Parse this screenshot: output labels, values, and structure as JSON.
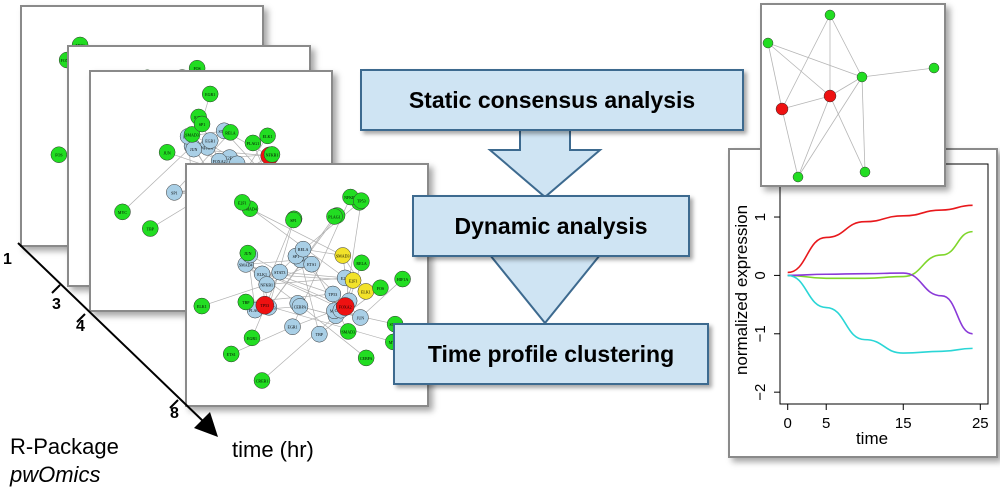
{
  "steps": {
    "static": "Static consensus analysis",
    "dynamic": "Dynamic analysis",
    "clustering": "Time profile clustering"
  },
  "time_axis": {
    "label": "time (hr)",
    "ticks": [
      "1",
      "3",
      "4",
      "8"
    ]
  },
  "package": {
    "line1": "R-Package",
    "line2": "pwOmics"
  },
  "node_colors": {
    "gene": "#22dd22",
    "protein": "#a9cfe6",
    "tf": "#f2e22a",
    "key": "#ee1111"
  },
  "network_labels": [
    "MYC",
    "CREB1",
    "E2F1",
    "SMAD3",
    "ELK1",
    "FOXA2",
    "TP53",
    "SP1",
    "FOS",
    "STAT3",
    "NFKB1",
    "JUN",
    "CEBPA",
    "EGR1",
    "SMAD4",
    "HIF1A",
    "PLAG1",
    "ETS1",
    "RELA",
    "TBP"
  ],
  "chart_data": {
    "type": "line",
    "xlabel": "time",
    "ylabel": "normalized expression",
    "x_ticks": [
      0,
      5,
      15,
      25
    ],
    "y_ticks": [
      -2,
      -1,
      0,
      1
    ],
    "xlim": [
      -1,
      26
    ],
    "ylim": [
      -2.1,
      1.6
    ],
    "x": [
      0,
      5,
      10,
      15,
      20,
      24
    ],
    "series": [
      {
        "color": "#e8181c",
        "values": [
          0.05,
          0.65,
          0.92,
          1.02,
          1.12,
          1.2
        ]
      },
      {
        "color": "#7fd62b",
        "values": [
          0.0,
          -0.05,
          -0.05,
          -0.02,
          0.35,
          0.75
        ]
      },
      {
        "color": "#8a3ad8",
        "values": [
          0.0,
          0.02,
          0.03,
          0.04,
          -0.35,
          -1.0
        ]
      },
      {
        "color": "#2ad6d6",
        "values": [
          0.0,
          -0.55,
          -1.1,
          -1.33,
          -1.3,
          -1.25
        ]
      }
    ]
  }
}
